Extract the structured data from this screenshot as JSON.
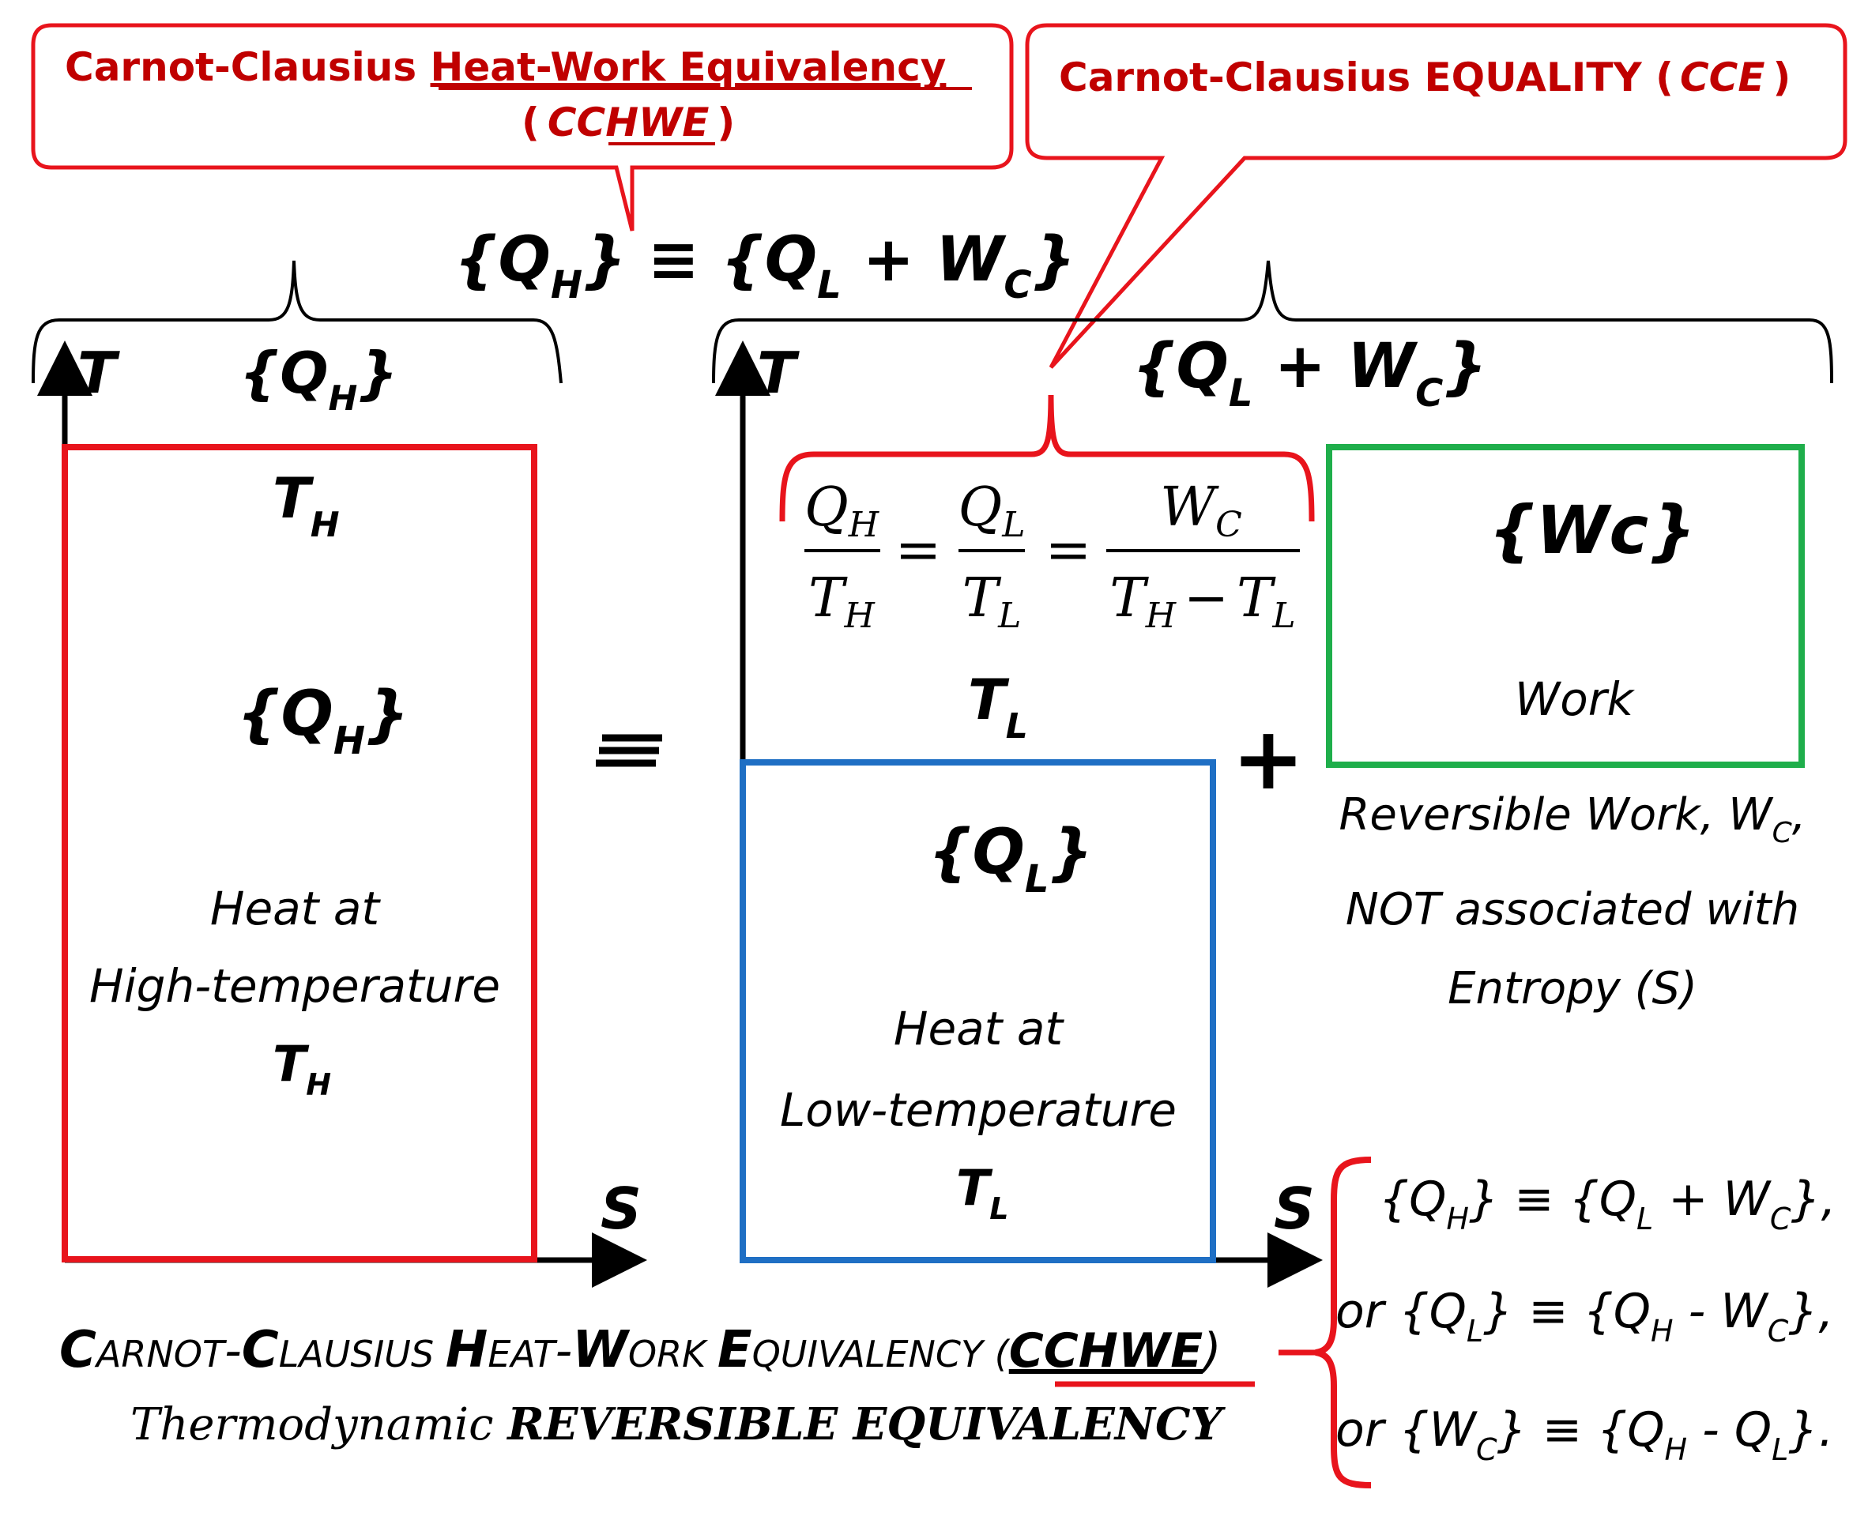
{
  "callouts": {
    "cchwe_line1_prefix": "Carnot-Clausius ",
    "cchwe_line1_underlined": "Heat-Work Equivalency",
    "cchwe_line2_open": "(",
    "cchwe_line2_cc": "CC",
    "cchwe_line2_hwe": "HWE",
    "cchwe_line2_close": ")",
    "cce_prefix": "Carnot-Clausius EQUALITY (",
    "cce_abbrev": "CCE",
    "cce_close": ")"
  },
  "top_equation": {
    "open": "{Q",
    "sub_h": "H",
    "mid": "} ≡ {Q",
    "sub_l": "L",
    "plus_w": " + W",
    "sub_c": "C",
    "close": "}"
  },
  "left_diagram": {
    "axis_t": "T",
    "axis_s": "S",
    "header_q": "{Q",
    "header_sub": "H",
    "header_close": "}",
    "t_top": "T",
    "t_top_sub": "H",
    "q_center": "{Q",
    "q_center_sub": "H",
    "q_center_close": "}",
    "heat_line1": "Heat at",
    "heat_line2": "High-temperature",
    "t_bottom": "T",
    "t_bottom_sub": "H"
  },
  "equiv_sign": "≡",
  "right_diagram": {
    "axis_t": "T",
    "axis_s": "S",
    "header_open": "{Q",
    "header_sub_l": "L",
    "header_plus_w": " + W",
    "header_sub_c": "C",
    "header_close": "}",
    "fraction_1_num": "Q",
    "fraction_1_num_sub": "H",
    "fraction_1_den": "T",
    "fraction_1_den_sub": "H",
    "fraction_2_num": "Q",
    "fraction_2_num_sub": "L",
    "fraction_2_den": "T",
    "fraction_2_den_sub": "L",
    "fraction_3_num": "W",
    "fraction_3_num_sub": "C",
    "fraction_3_den_a": "T",
    "fraction_3_den_a_sub": "H",
    "fraction_3_den_minus": "−",
    "fraction_3_den_b": "T",
    "fraction_3_den_b_sub": "L",
    "equals": "=",
    "t_level": "T",
    "t_level_sub": "L",
    "plus": "+",
    "q_center": "{Q",
    "q_center_sub": "L",
    "q_center_close": "}",
    "heat_line1": "Heat at",
    "heat_line2": "Low-temperature",
    "t_bottom": "T",
    "t_bottom_sub": "L"
  },
  "work_box": {
    "title": "{Wc}",
    "label": "Work",
    "caption_line1_a": "Reversible Work, W",
    "caption_line1_sub": "C",
    "caption_line1_b": ",",
    "caption_line2": "NOT associated with",
    "caption_line3": "Entropy (S)"
  },
  "bottom_caption": {
    "line1_C1": "C",
    "line1_arnot": "ARNOT",
    "line1_dash1": "-",
    "line1_C2": "C",
    "line1_lausius": "LAUSIUS ",
    "line1_H": "H",
    "line1_eat": "EAT",
    "line1_dash2": "-",
    "line1_W": "W",
    "line1_ork": "ORK ",
    "line1_E": "E",
    "line1_quivalency": "QUIVALENCY (",
    "line1_abbrev": "CCHWE",
    "line1_close": ")",
    "line2_a": "Thermodynamic ",
    "line2_b": "REVERSIBLE EQUIVALENCY"
  },
  "relations": [
    {
      "prefix": "",
      "a": "{Q",
      "a_sub": "H",
      "eq": "} ≡ {Q",
      "b_sub": "L",
      "op": " + W",
      "c_sub": "C",
      "end": "},"
    },
    {
      "prefix": "or ",
      "a": "{Q",
      "a_sub": "L",
      "eq": "} ≡ {Q",
      "b_sub": "H",
      "op": " - W",
      "c_sub": "C",
      "end": "},"
    },
    {
      "prefix": "or ",
      "a": "{W",
      "a_sub": "C",
      "eq": "} ≡ {Q",
      "b_sub": "H",
      "op": " - Q",
      "c_sub": "L",
      "end": "}."
    }
  ],
  "colors": {
    "red": "#e8141c",
    "dark_red": "#c00000",
    "blue": "#1f6fc4",
    "green": "#1fae4b",
    "black": "#000000"
  }
}
